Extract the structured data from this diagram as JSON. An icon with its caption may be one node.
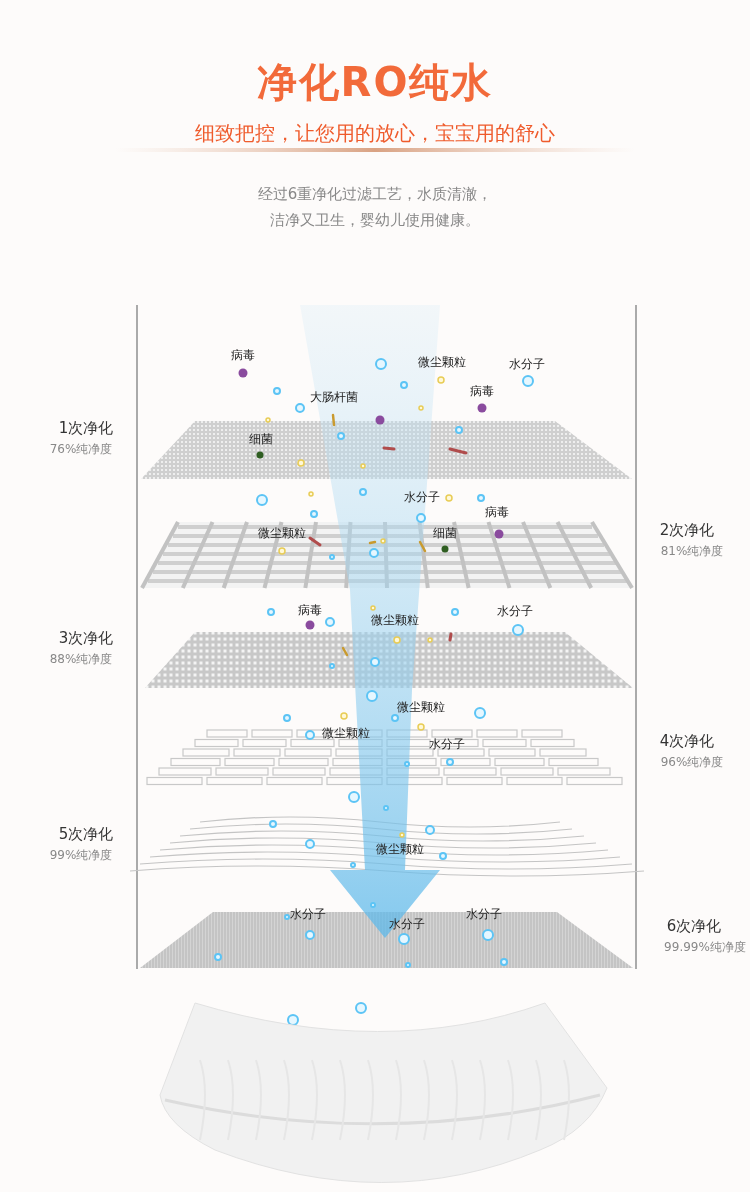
{
  "diagram": {
    "title": "净化RO纯水",
    "labels": [
      "细致把控，让您用的放心，宝宝用的舒心",
      "经过6重净化过滤工艺，水质清澈，洁净又卫生，婴幼儿使用健康。",
      "病毒",
      "微尘颗粒",
      "水分子",
      "大肠杆菌",
      "病毒",
      "1次净化",
      "76%纯净度",
      "细菌",
      "水分子",
      "病毒",
      "微尘颗粒",
      "细菌",
      "2次净化",
      "81%纯净度",
      "病毒",
      "水分子",
      "微尘颗粒",
      "3次净化",
      "88%纯净度",
      "微尘颗粒",
      "微尘颗粒",
      "水分子",
      "4次净化",
      "96%纯净度",
      "5次净化",
      "99%纯净度",
      "微尘颗粒",
      "水分子",
      "水分子",
      "水分子",
      "6次净化",
      "99.99%纯净度"
    ]
  }
}
